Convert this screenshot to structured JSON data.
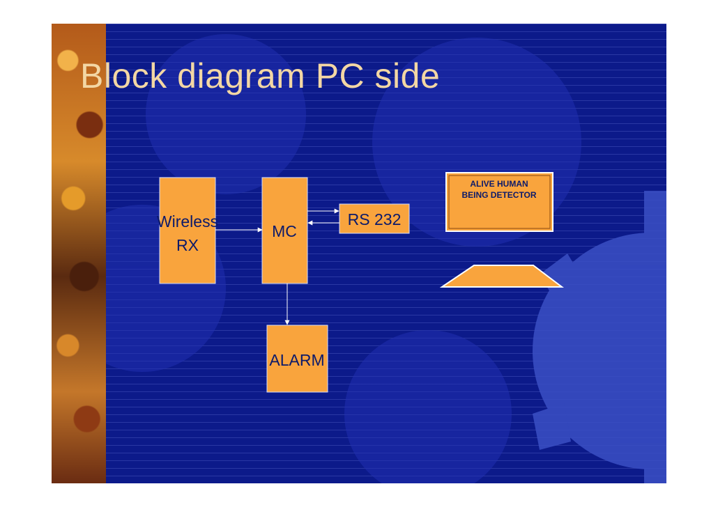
{
  "title": "Block diagram PC side",
  "blocks": {
    "wireless_rx": {
      "line1": "Wireless",
      "line2": "RX"
    },
    "mc": "MC",
    "rs232": "RS 232",
    "alarm": "ALARM",
    "detector": {
      "line1": "ALIVE HUMAN",
      "line2": "BEING DETECTOR"
    }
  },
  "colors": {
    "background": "#0c1a8a",
    "block_fill": "#f9a43d",
    "title": "#f3d7a4",
    "text": "#0c1a6a"
  }
}
